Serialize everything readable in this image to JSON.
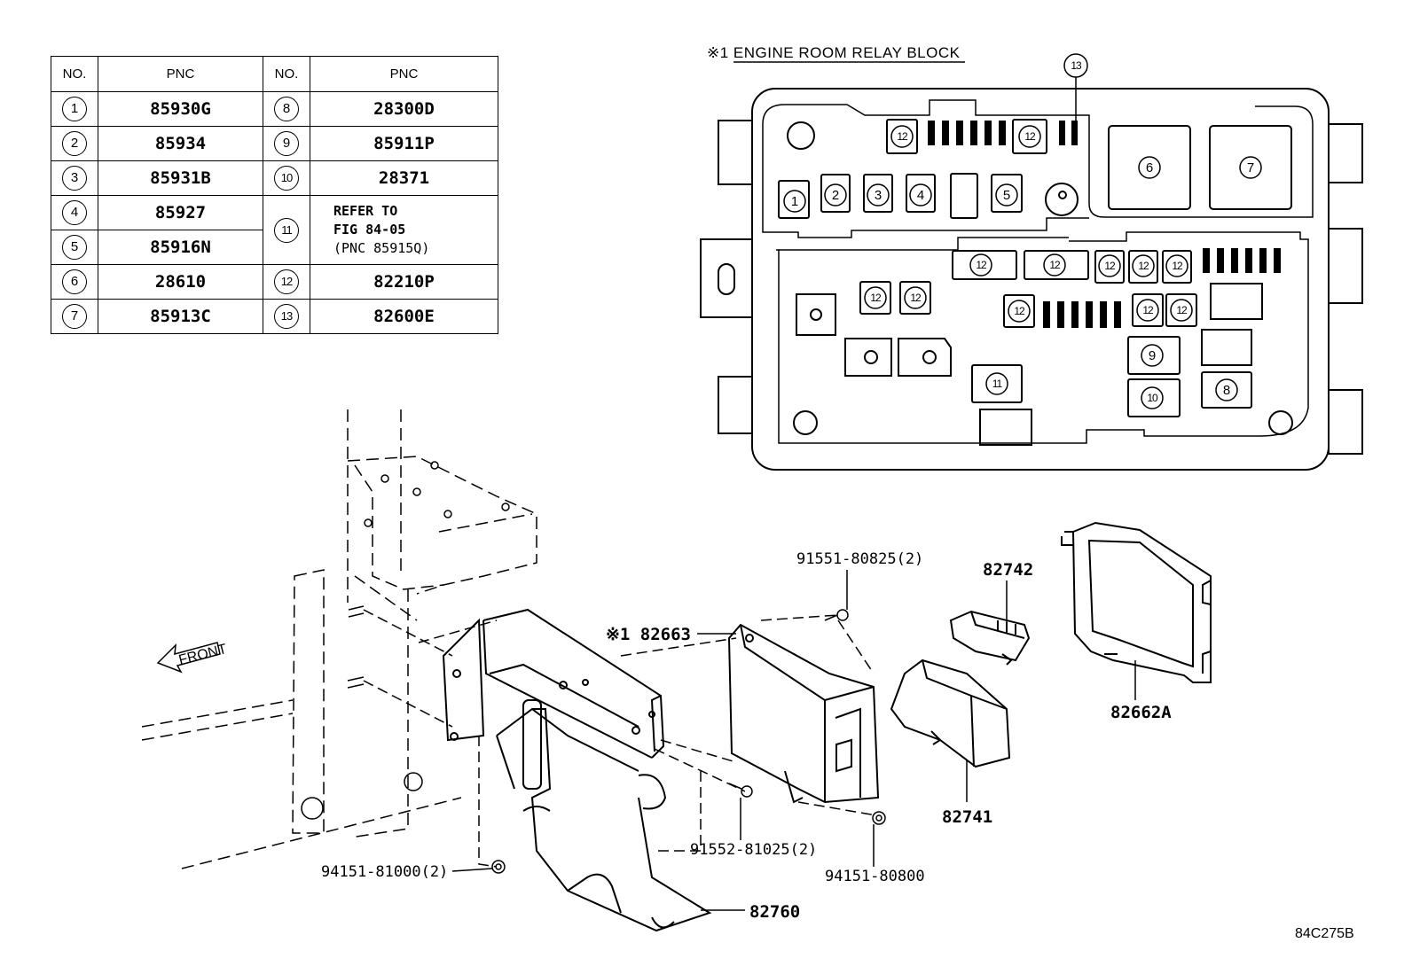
{
  "table": {
    "headers": [
      "NO.",
      "PNC",
      "NO.",
      "PNC"
    ],
    "left": [
      {
        "no": "1",
        "pnc": "85930G"
      },
      {
        "no": "2",
        "pnc": "85934"
      },
      {
        "no": "3",
        "pnc": "85931B"
      },
      {
        "no": "4",
        "pnc": "85927"
      },
      {
        "no": "5",
        "pnc": "85916N"
      },
      {
        "no": "6",
        "pnc": "28610"
      },
      {
        "no": "7",
        "pnc": "85913C"
      }
    ],
    "right": [
      {
        "no": "8",
        "pnc": "28300D"
      },
      {
        "no": "9",
        "pnc": "85911P"
      },
      {
        "no": "10",
        "pnc": "28371"
      },
      {
        "no": "11",
        "pnc_lines": [
          "REFER TO",
          "FIG 84-05",
          "(PNC 85915Q)"
        ]
      },
      {
        "no": "12",
        "pnc": "82210P"
      },
      {
        "no": "13",
        "pnc": "82600E"
      }
    ]
  },
  "relay_block": {
    "title": "※1 ENGINE ROOM RELAY BLOCK",
    "callouts": [
      "1",
      "2",
      "3",
      "4",
      "5",
      "6",
      "7",
      "8",
      "9",
      "10",
      "11",
      "12",
      "13"
    ]
  },
  "labels": {
    "front": "FRONT",
    "p82663": "※1 82663",
    "p91551": "91551-80825(2)",
    "p82742": "82742",
    "p82662A": "82662A",
    "p82741": "82741",
    "p91552": "91552-81025(2)",
    "p94151a": "94151-81000(2)",
    "p94151b": "94151-80800",
    "p82760": "82760"
  },
  "figure_code": "84C275B"
}
